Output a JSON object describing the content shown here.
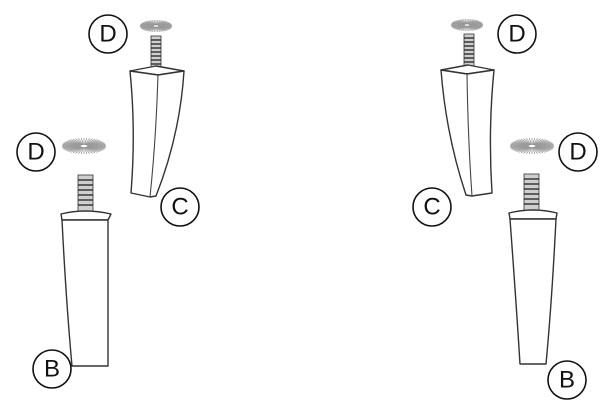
{
  "callouts": {
    "top_left_washer": "D",
    "mid_left_washer": "D",
    "left_angled_leg": "C",
    "left_straight_leg": "B",
    "top_right_washer": "D",
    "mid_right_washer": "D",
    "right_angled_leg": "C",
    "right_straight_leg": "B"
  }
}
